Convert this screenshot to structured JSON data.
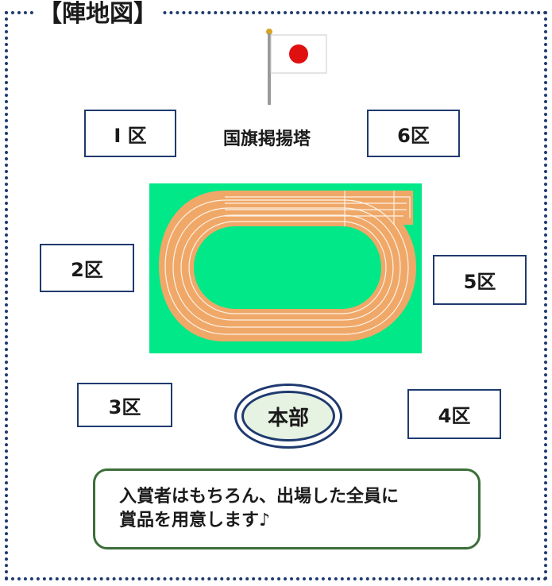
{
  "title": "【陣地図】",
  "flag_tower": {
    "label": "国旗掲揚塔"
  },
  "zones": {
    "zone1": "I 区",
    "zone2": "2区",
    "zone3": "3区",
    "zone4": "4区",
    "zone5": "5区",
    "zone6": "6区"
  },
  "headquarters": {
    "label": "本部"
  },
  "note": {
    "line1": "入賞者はもちろん、出場した全員に",
    "line2": "賞品を用意します♪"
  },
  "colors": {
    "frame": "#1f3a6e",
    "field": "#00e887",
    "track": "#f0a868",
    "flag_circle": "#e01010",
    "note_border": "#3c6e3a",
    "hq_fill": "#e6f2e2"
  }
}
